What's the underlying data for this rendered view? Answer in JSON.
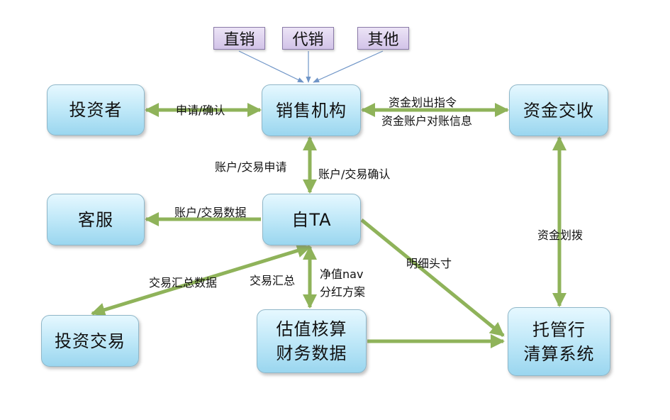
{
  "channels": {
    "direct": "直销",
    "agency": "代销",
    "other": "其他"
  },
  "nodes": {
    "investor": "投资者",
    "sales": "销售机构",
    "fund_settlement": "资金交收",
    "customer_service": "客服",
    "self_ta": "自TA",
    "investment_trading": "投资交易",
    "valuation": "估值核算\n财务数据",
    "custodian": "托管行\n清算系统"
  },
  "edges": {
    "apply_confirm": "申请/确认",
    "fund_transfer_instruction": "资金划出指令",
    "account_reconcile": "资金账户对账信息",
    "account_trade_apply": "账户/交易申请",
    "account_trade_confirm": "账户/交易确认",
    "account_trade_data": "账户/交易数据",
    "fund_allocation": "资金划拨",
    "detail_position": "明细头寸",
    "trade_summary_data": "交易汇总数据",
    "trade_summary": "交易汇总",
    "nav": "净值nav",
    "dividend_plan": "分红方案"
  },
  "colors": {
    "arrow_green": "#8fb35a",
    "arrow_blue": "#6f95c7",
    "box_fill": "#bfe8f8",
    "tag_fill": "#d2c3e8"
  }
}
